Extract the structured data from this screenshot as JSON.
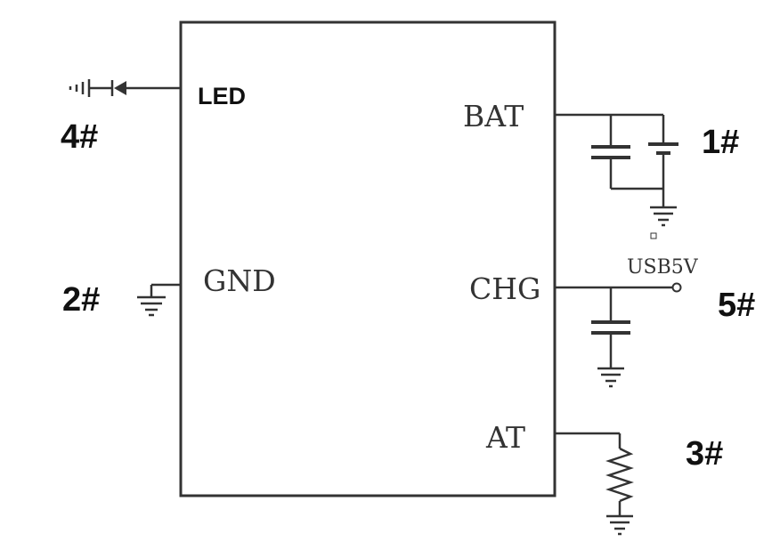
{
  "chip": {
    "pins": {
      "led": "LED",
      "bat": "BAT",
      "gnd": "GND",
      "chg": "CHG",
      "at": "AT"
    }
  },
  "net_labels": {
    "usb": "USB5V"
  },
  "markers": {
    "m1": "1#",
    "m2": "2#",
    "m3": "3#",
    "m4": "4#",
    "m5": "5#"
  }
}
